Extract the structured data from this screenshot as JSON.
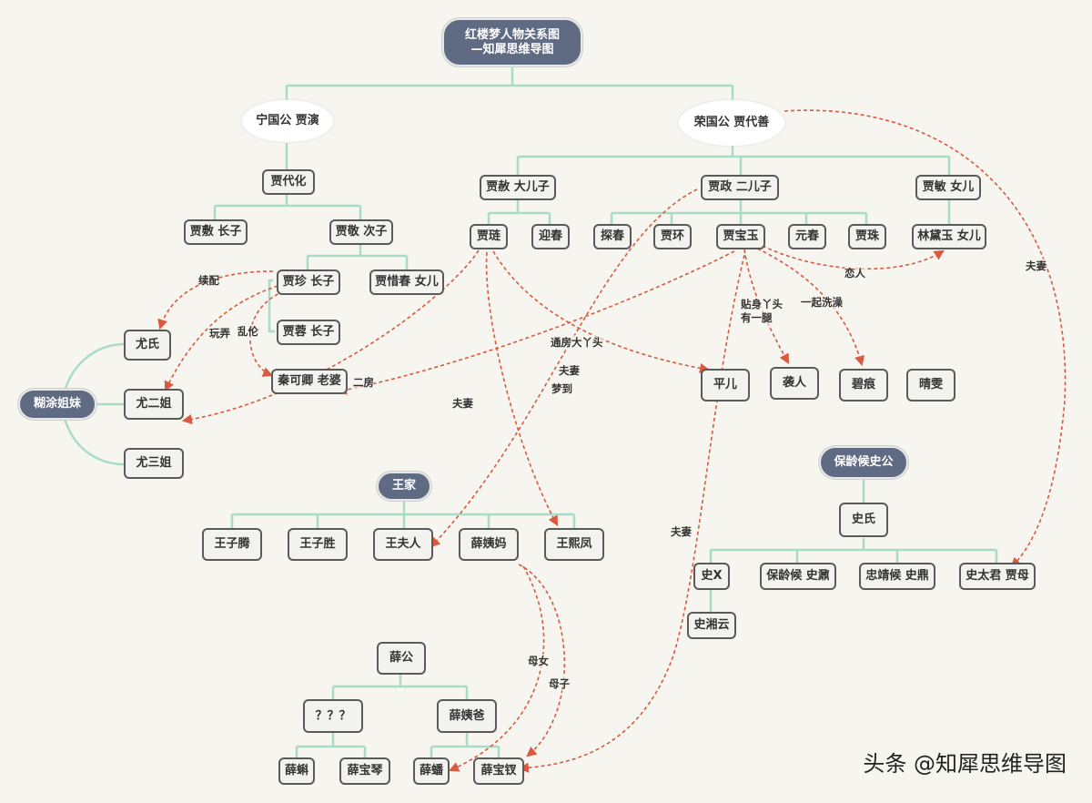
{
  "title": {
    "line1": "红楼梦人物关系图",
    "line2": "—知犀思维导图"
  },
  "nodes": {
    "ningguogong": "宁国公 贾演",
    "rongguogong": "荣国公 贾代善",
    "jiadaihua": "贾代化",
    "jiafu": "贾敷 长子",
    "jiajing": "贾敬 次子",
    "jiazhen": "贾珍 长子",
    "jiaxichun": "贾惜春 女儿",
    "jiarong": "贾蓉 长子",
    "qinkeqing": "秦可卿 老婆",
    "hutujiemei": "糊涂姐妹",
    "youshi": "尤氏",
    "youerjie": "尤二姐",
    "yousanjie": "尤三姐",
    "jiashe": "贾赦 大儿子",
    "jiazheng": "贾政 二儿子",
    "jiamin": "贾敏 女儿",
    "jialian": "贾琏",
    "yingchun": "迎春",
    "tanchun": "探春",
    "jiahuan": "贾环",
    "jiabaoyu": "贾宝玉",
    "yuanchun": "元春",
    "jiazhu": "贾珠",
    "lindaiyu": "林黛玉 女儿",
    "pinger": "平儿",
    "xiren": "袭人",
    "bihen": "碧痕",
    "qingwen": "晴雯",
    "wangjia": "王家",
    "wangziteng": "王子腾",
    "wangzisheng": "王子胜",
    "wangfuren": "王夫人",
    "xueyima": "薛姨妈",
    "wangxifeng": "王熙凤",
    "baolinghoushigong": "保龄候史公",
    "shishi": "史氏",
    "shix": "史X",
    "baolinghou": "保龄候 史鼐",
    "zhongjinghou": "忠靖候 史鼎",
    "shitaijun": "史太君 贾母",
    "shixiangyun": "史湘云",
    "xuegong": "薛公",
    "unknown": "？？？",
    "xueyiba": "薛姨爸",
    "xueke": "薛蝌",
    "xuebaoqin": "薛宝琴",
    "xuepan": "薛蟠",
    "xuebaochai": "薛宝钗"
  },
  "relations": {
    "xupei": "续配",
    "wannong": "玩弄",
    "luanlun": "乱伦",
    "erfang": "二房",
    "lianren": "恋人",
    "tietouyatou": "贴身丫头",
    "youyitui": "有一腿",
    "yiqixizao": "一起洗澡",
    "tongfangdayatou": "通房大丫头",
    "fuqi_1": "夫妻",
    "mengdao": "梦到",
    "fuqi_2": "夫妻",
    "fuqi_3": "夫妻",
    "fuqi_4": "夫妻",
    "munv": "母女",
    "muzi": "母子"
  },
  "watermark": "头条 @知犀思维导图",
  "colors": {
    "tree_line": "#a9dcc4",
    "relation": "#d95a3f",
    "dark_node": "#5f6b82",
    "box_border": "#5a5a5a"
  }
}
